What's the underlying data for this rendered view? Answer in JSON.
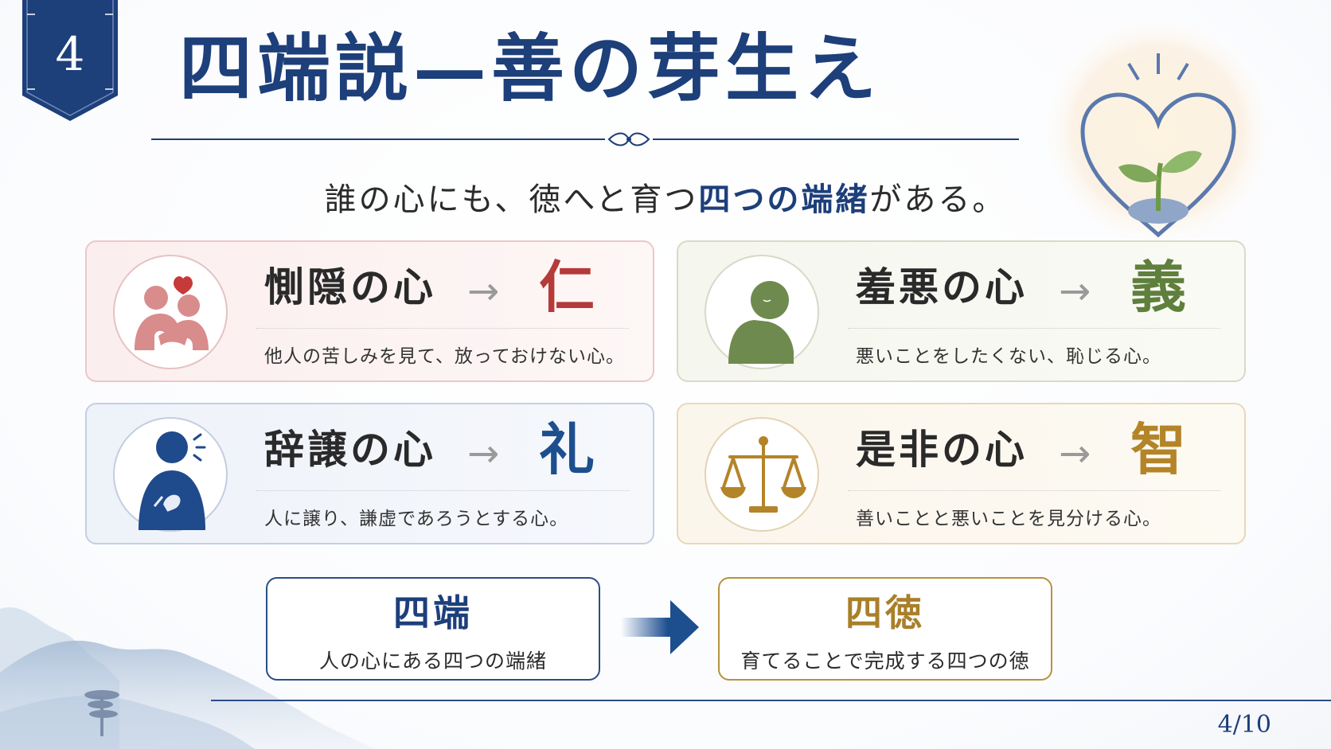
{
  "slide": {
    "number": "4",
    "title": "四端説—善の芽生え",
    "subtitle_pre": "誰の心にも、徳へと育つ",
    "subtitle_highlight": "四つの端緒",
    "subtitle_post": "がある。",
    "page_indicator": "4/10"
  },
  "cards": [
    {
      "heading": "惻隠の心",
      "arrow": "→",
      "virtue": "仁",
      "description": "他人の苦しみを見て、放っておけない心。",
      "icon": "embrace-heart-icon",
      "color": "#b53a3a"
    },
    {
      "heading": "羞悪の心",
      "arrow": "→",
      "virtue": "義",
      "description": "悪いことをしたくない、恥じる心。",
      "icon": "bowed-head-person-icon",
      "color": "#5f7f3c"
    },
    {
      "heading": "辞譲の心",
      "arrow": "→",
      "virtue": "礼",
      "description": "人に譲り、謙虚であろうとする心。",
      "icon": "hand-on-heart-person-icon",
      "color": "#1d4f8f"
    },
    {
      "heading": "是非の心",
      "arrow": "→",
      "virtue": "智",
      "description": "善いことと悪いことを見分ける心。",
      "icon": "balance-scale-icon",
      "color": "#b48428"
    }
  ],
  "summary": {
    "left": {
      "title": "四端",
      "caption": "人の心にある四つの端緒"
    },
    "right": {
      "title": "四徳",
      "caption": "育てることで完成する四つの徳"
    }
  },
  "colors": {
    "navy": "#1d3f7a",
    "gold": "#a8802a"
  }
}
